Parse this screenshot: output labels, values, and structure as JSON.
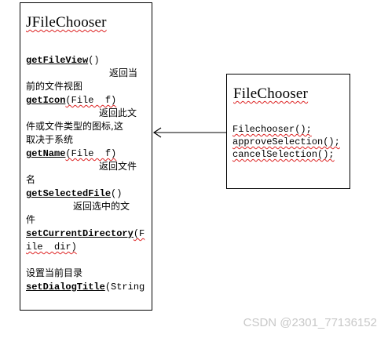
{
  "left_box": {
    "title": "JFileChooser",
    "entries": [
      {
        "name": "getFileView",
        "params": "()",
        "desc_1": "返回当",
        "desc_2": "前的文件视图"
      },
      {
        "name": "getIcon",
        "params": "(File  f)",
        "desc_1": "返回此文",
        "desc_2": "件或文件类型的图标,这",
        "desc_3": "取决于系统"
      },
      {
        "name": "getName",
        "params": "(File  f)",
        "desc_1": "返回文件",
        "desc_2": "名"
      },
      {
        "name": "getSelectedFile",
        "params": "()",
        "desc_1": "返回选中的文",
        "desc_2": "件"
      },
      {
        "name": "setCurrentDirectory",
        "params": "(F",
        "params_2": "ile  dir)",
        "desc_1": "设置当前目录"
      },
      {
        "name": "setDialogTitle",
        "params": "(String"
      }
    ]
  },
  "right_box": {
    "title": "FileChooser",
    "methods": [
      "Filechooser();",
      "approveSelection();",
      "cancelSelection();"
    ]
  },
  "watermark": "CSDN @2301_77136152"
}
